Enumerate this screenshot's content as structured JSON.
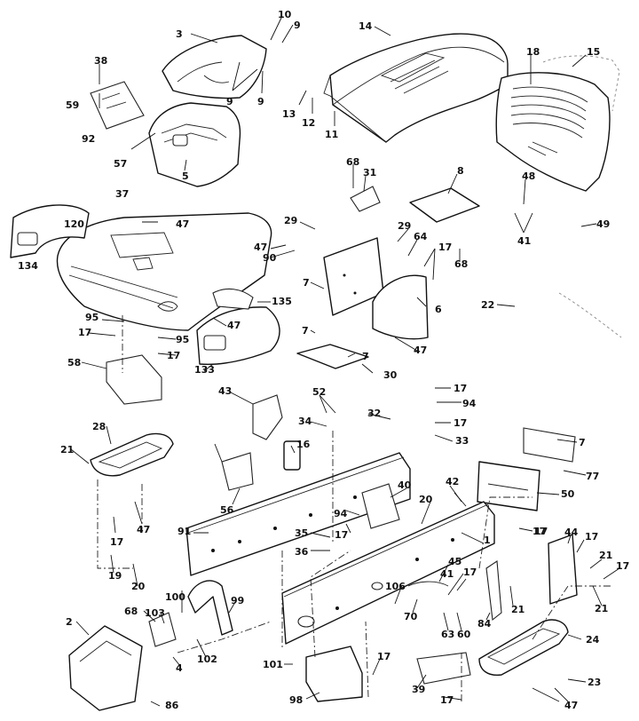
{
  "labels": [
    "3",
    "10",
    "9",
    "9",
    "9",
    "14",
    "18",
    "15",
    "38",
    "59",
    "92",
    "57",
    "5",
    "13",
    "12",
    "11",
    "8",
    "68",
    "31",
    "48",
    "49",
    "41",
    "37",
    "47",
    "120",
    "134",
    "29",
    "29",
    "64",
    "17",
    "47",
    "90",
    "7",
    "6",
    "68",
    "22",
    "95",
    "17",
    "95",
    "17",
    "58",
    "133",
    "135",
    "47",
    "7",
    "7",
    "30",
    "47",
    "43",
    "52",
    "34",
    "32",
    "17",
    "94",
    "17",
    "33",
    "28",
    "21",
    "17",
    "16",
    "56",
    "91",
    "7",
    "77",
    "50",
    "47",
    "17",
    "42",
    "20",
    "40",
    "94",
    "17",
    "35",
    "36",
    "1",
    "17",
    "44",
    "17",
    "21",
    "17",
    "21",
    "45",
    "41",
    "17",
    "19",
    "20",
    "100",
    "68",
    "103",
    "99",
    "106",
    "70",
    "63",
    "60",
    "84",
    "21",
    "2",
    "4",
    "102",
    "101",
    "98",
    "17",
    "39",
    "17",
    "24",
    "23",
    "47",
    "86"
  ]
}
